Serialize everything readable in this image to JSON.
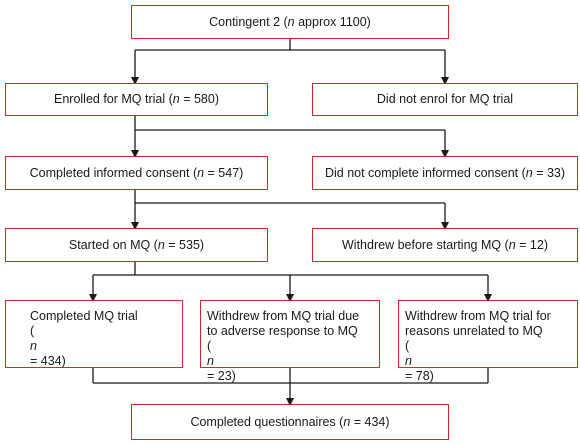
{
  "colors": {
    "box_border": "#d9262c",
    "connector": "#1a1a1a",
    "text": "#1a1a1a"
  },
  "flowchart": {
    "contingent": {
      "prefix": "Contingent 2 (",
      "n_symbol": "n",
      "suffix": " approx 1100)"
    },
    "enrolled": {
      "prefix": "Enrolled for MQ trial (",
      "n_symbol": "n",
      "suffix": " = 580)"
    },
    "not_enrolled": {
      "text": "Did not enrol for MQ trial"
    },
    "consent": {
      "prefix": "Completed informed consent (",
      "n_symbol": "n",
      "suffix": " = 547)"
    },
    "no_consent": {
      "prefix": "Did not complete informed consent (",
      "n_symbol": "n",
      "suffix": " = 33)"
    },
    "started": {
      "prefix": "Started on MQ (",
      "n_symbol": "n",
      "suffix": " = 535)"
    },
    "withdrew_before": {
      "prefix": "Withdrew before starting MQ (",
      "n_symbol": "n",
      "suffix": " = 12)"
    },
    "completed_trial": {
      "line1": "Completed MQ trial",
      "prefix": "(",
      "n_symbol": "n",
      "suffix": " = 434)"
    },
    "withdrew_adverse": {
      "line1": "Withdrew from MQ trial due",
      "line2": "to adverse response to MQ",
      "prefix": "(",
      "n_symbol": "n",
      "suffix": " = 23)"
    },
    "withdrew_other": {
      "line1": "Withdrew from MQ trial for",
      "line2": "reasons unrelated to MQ",
      "prefix": "(",
      "n_symbol": "n",
      "suffix": " = 78)"
    },
    "questionnaires": {
      "prefix": "Completed questionnaires (",
      "n_symbol": "n",
      "suffix": " = 434)"
    }
  }
}
